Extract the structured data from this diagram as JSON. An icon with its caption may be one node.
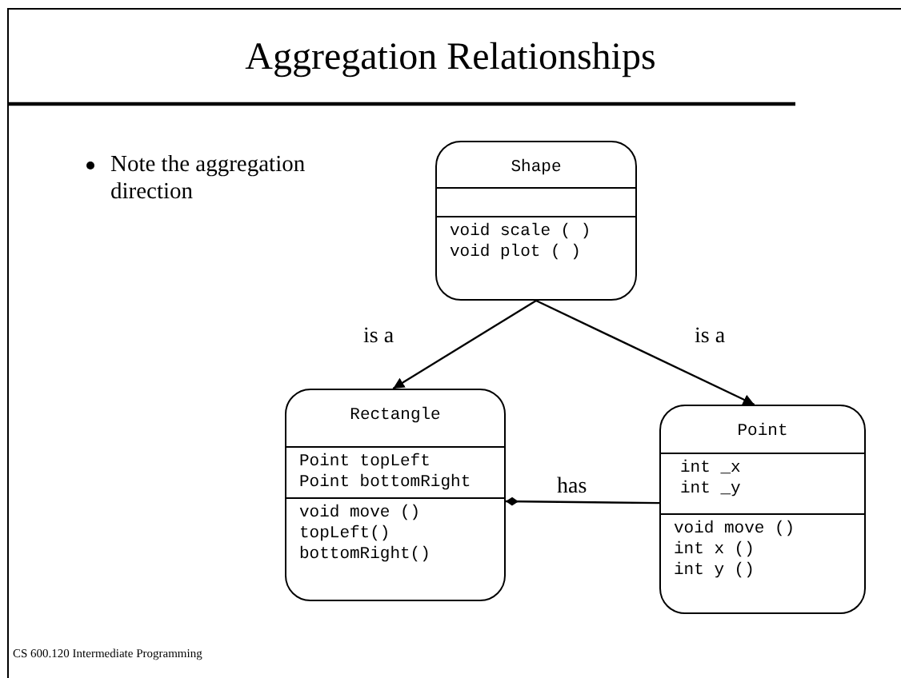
{
  "diagram": {
    "title": "Aggregation Relationships",
    "nodes": [
      {
        "text": [
          "Shape",
          "void scale ( )",
          "void plot ( )"
        ]
      },
      {
        "text": [
          "Rectangle",
          "Point topLeft",
          "Point bottomRight",
          "void move ()",
          "topLeft()",
          "bottomRight()"
        ]
      },
      {
        "text": [
          "Point",
          "int _x",
          "int _y",
          "void move ()",
          "int x ()",
          "int y ()"
        ]
      }
    ],
    "edges": [
      {
        "from": 0,
        "to": 1,
        "arrow": "to",
        "label": "is a"
      },
      {
        "from": 0,
        "to": 2,
        "arrow": "to",
        "label": "is a"
      },
      {
        "from": 1,
        "to": 2,
        "arrow": "other",
        "label": "has"
      }
    ],
    "labels": [
      "Note the aggregation direction",
      "CS 600.120 Intermediate Programming"
    ]
  }
}
